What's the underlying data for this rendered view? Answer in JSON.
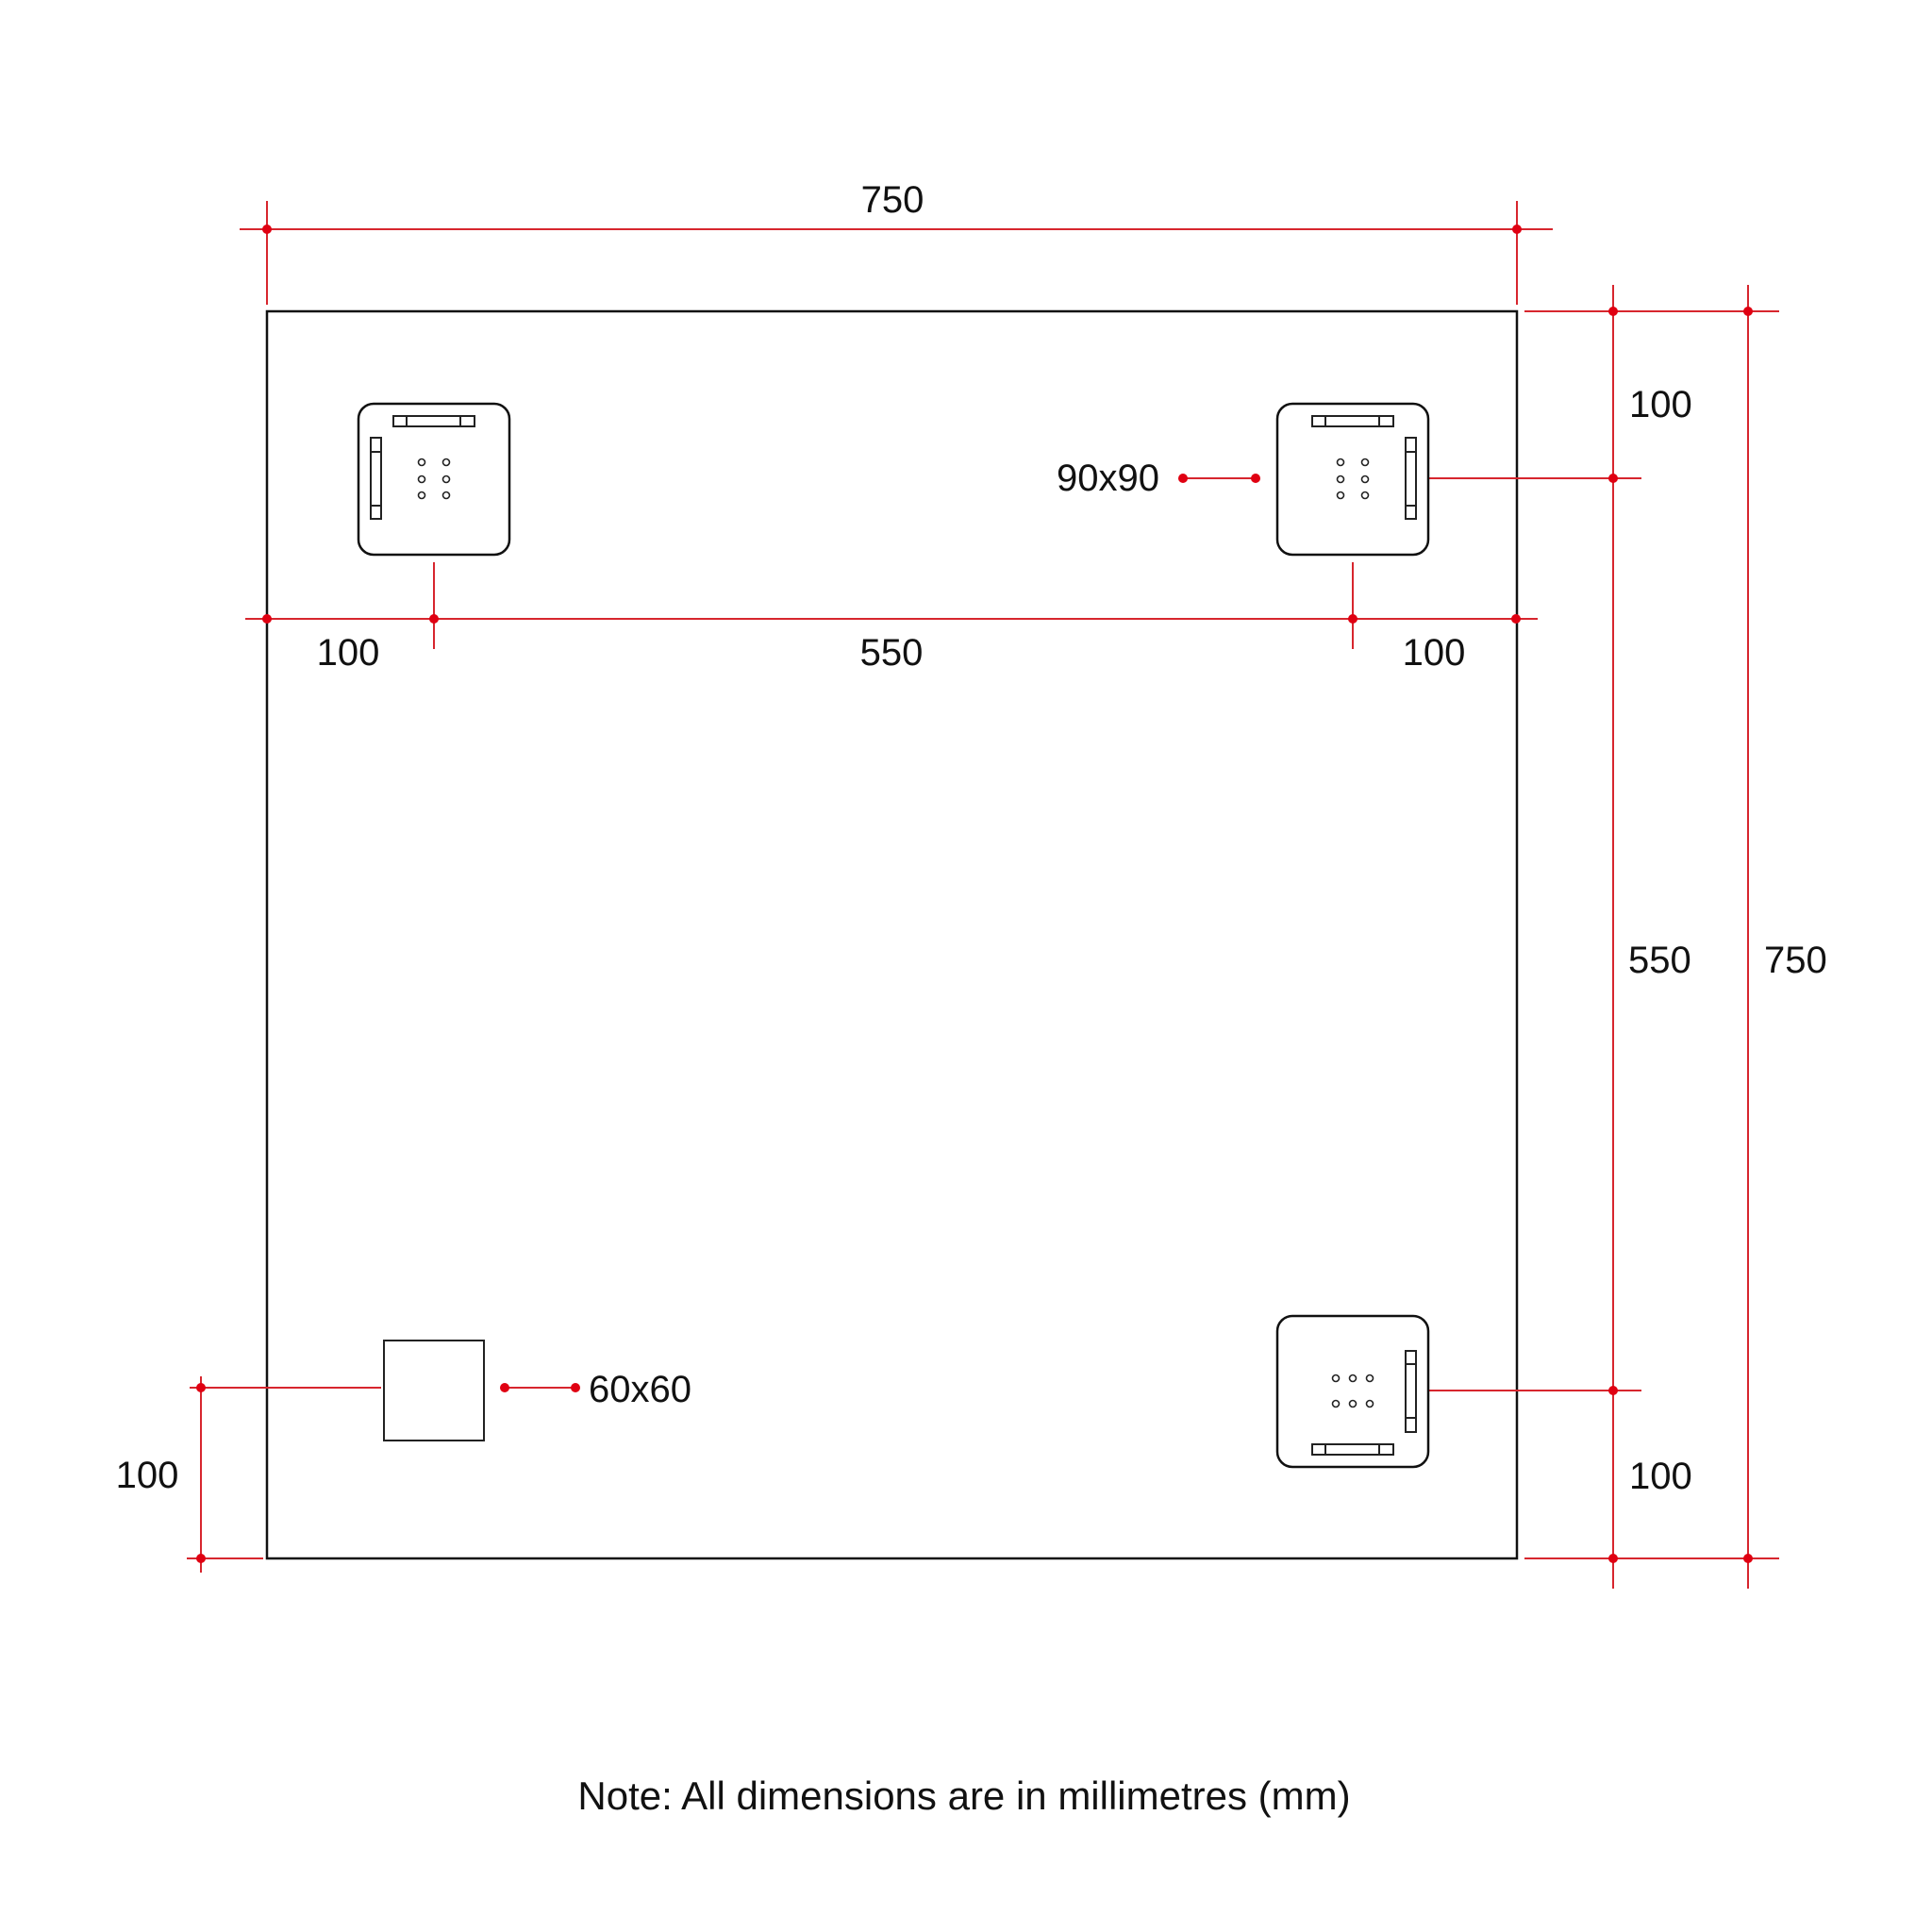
{
  "drawing": {
    "panel": {
      "width_mm": 750,
      "height_mm": 750
    },
    "colors": {
      "dimension": "#d7262e",
      "dot": "#e00012",
      "outline": "#111111",
      "background": "#ffffff"
    },
    "dimensions": {
      "top_overall_width": "750",
      "right_overall_height": "750",
      "right_inner_height": "550",
      "right_top_offset": "100",
      "right_bottom_offset": "100",
      "bracket_row_left_offset": "100",
      "bracket_row_spacing": "550",
      "bracket_row_right_offset": "100",
      "left_bottom_offset": "100"
    },
    "callouts": {
      "bracket_size": "90x90",
      "small_square_size": "60x60"
    },
    "brackets": [
      {
        "position": "top-left",
        "size": "90x90",
        "side_bar": "left",
        "holes": "2x3"
      },
      {
        "position": "top-right",
        "size": "90x90",
        "side_bar": "right",
        "holes": "2x3"
      },
      {
        "position": "bottom-right",
        "size": "90x90",
        "side_bar": "right",
        "holes": "3x2"
      }
    ],
    "small_square": {
      "position": "bottom-left",
      "size": "60x60"
    },
    "note": "Note: All dimensions are in millimetres (mm)"
  }
}
